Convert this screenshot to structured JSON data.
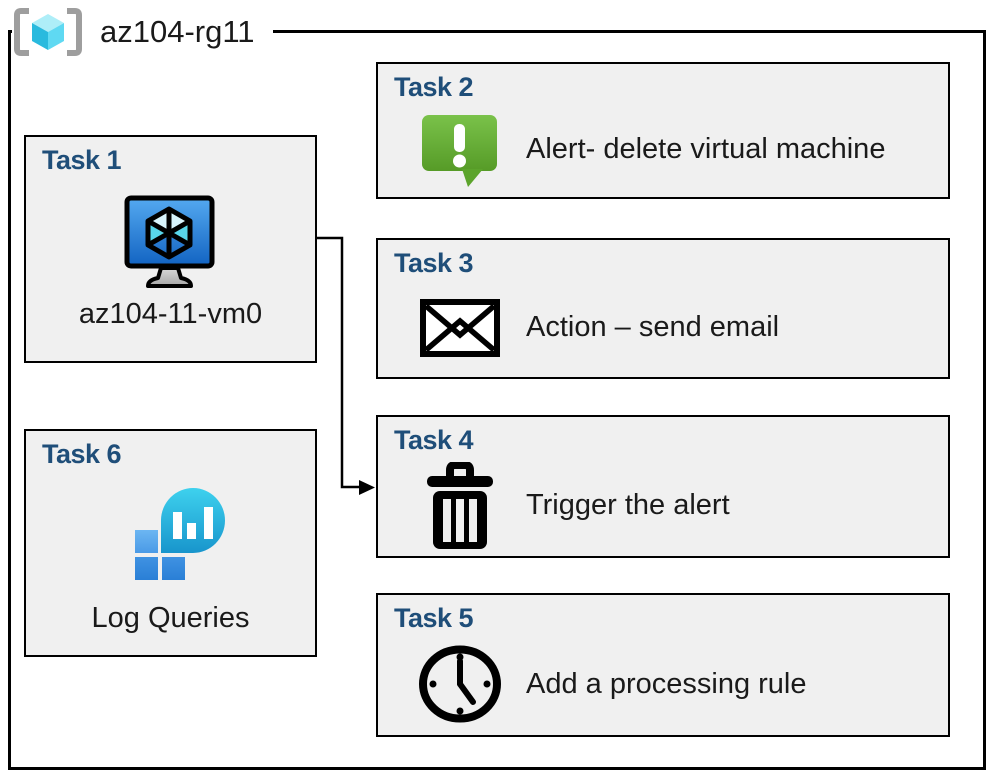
{
  "resource_group": {
    "name": "az104-rg11",
    "icon": "resource-group-icon"
  },
  "tasks": [
    {
      "label": "Task 1",
      "text": "az104-11-vm0",
      "icon": "virtual-machine-icon"
    },
    {
      "label": "Task 2",
      "text": "Alert- delete virtual machine",
      "icon": "alert-message-icon"
    },
    {
      "label": "Task 3",
      "text": "Action – send email",
      "icon": "email-envelope-icon"
    },
    {
      "label": "Task 4",
      "text": "Trigger the alert",
      "icon": "trash-icon"
    },
    {
      "label": "Task 5",
      "text": "Add a processing rule",
      "icon": "clock-icon"
    },
    {
      "label": "Task 6",
      "text": "Log Queries",
      "icon": "log-analytics-icon"
    }
  ],
  "arrow": {
    "from": "Task 1",
    "to": "Task 4"
  },
  "colors": {
    "task_header": "#1f4e79",
    "box_fill": "#f0f0f0",
    "box_border": "#000000",
    "alert_green_top": "#79c245",
    "alert_green_bottom": "#569b27",
    "vm_screen_top": "#54a9f0",
    "vm_screen_bottom": "#1263c2",
    "log_bubble_top": "#3ed1ee",
    "log_bubble_bottom": "#1895cc",
    "log_square_light": "#5fb0f0",
    "log_square_dark": "#2f85dc",
    "rg_bracket_gray": "#9e9e9e",
    "rg_cube_top": "#aeeef8",
    "rg_cube_left": "#29bade",
    "rg_cube_right": "#5fd9f2"
  }
}
